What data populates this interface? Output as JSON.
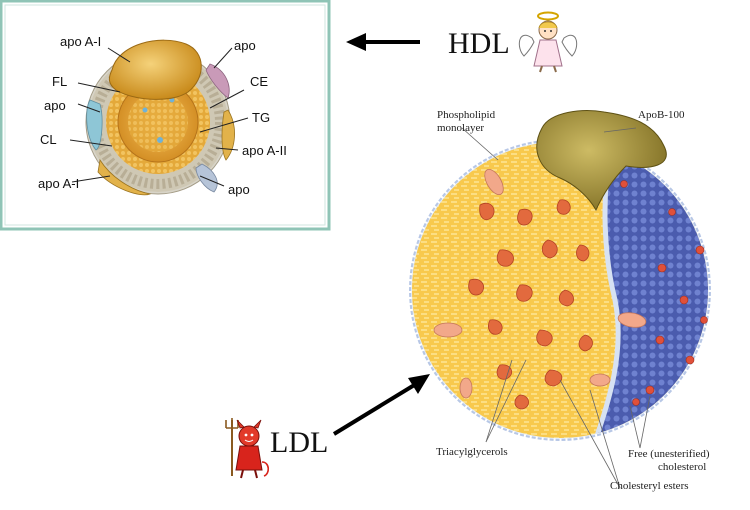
{
  "hdl_panel": {
    "labels": {
      "apo_ai_top": "apo  A-I",
      "apo_top_right": "apo",
      "fl": "FL",
      "ce": "CE",
      "apo_left": "apo",
      "tg": "TG",
      "cl": "CL",
      "apo_aii": "apo A-II",
      "apo_ai_bottom": "apo  A-I",
      "apo_bottom_right": "apo"
    }
  },
  "hdl_title": "HDL",
  "ldl_title": "LDL",
  "ldl_panel": {
    "labels": {
      "phospholipid_line1": "Phospholipid",
      "phospholipid_line2": "monolayer",
      "apob": "ApoB-100",
      "triacylglycerols": "Triacylglycerols",
      "free_chol_line1": "Free (unesterified)",
      "free_chol_line2": "cholesterol",
      "cholesteryl_esters": "Cholesteryl esters"
    }
  },
  "colors": {
    "panel_border": "#8fc4b6",
    "hdl_gold": "#e8b43a",
    "ldl_yellow": "#f7c84a",
    "ldl_blue": "#5264b8",
    "apob_olive": "#9c8a3a",
    "ester_red": "#e0603a"
  },
  "icons": {
    "angel": "angel-icon",
    "devil": "devil-icon"
  }
}
